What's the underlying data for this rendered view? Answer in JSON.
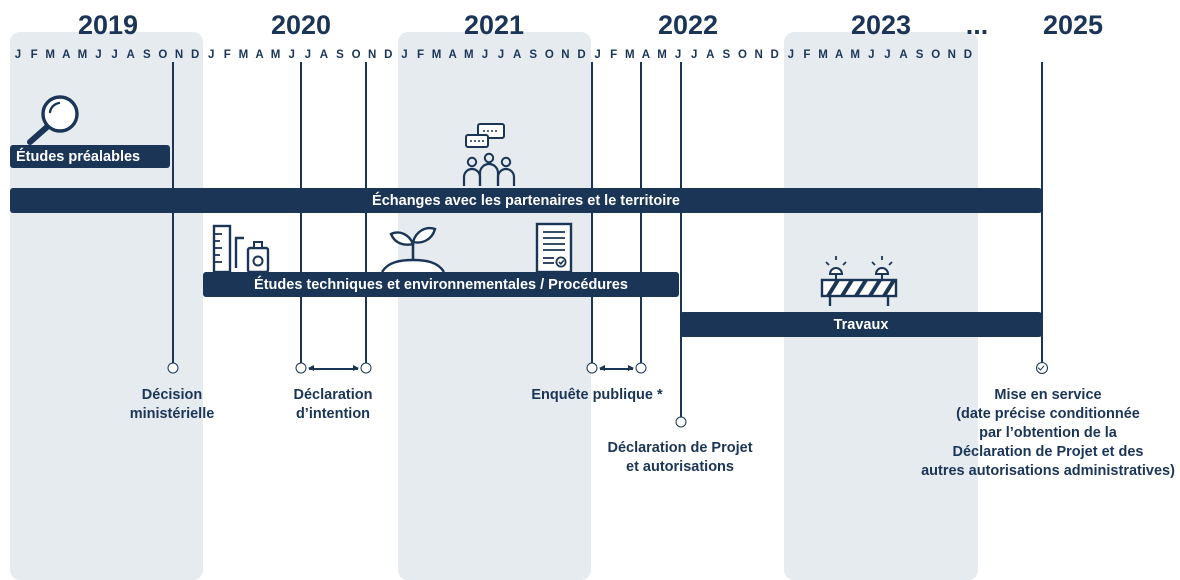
{
  "years": [
    {
      "id": "2019",
      "label": "2019"
    },
    {
      "id": "2020",
      "label": "2020"
    },
    {
      "id": "2021",
      "label": "2021"
    },
    {
      "id": "2022",
      "label": "2022"
    },
    {
      "id": "2023",
      "label": "2023"
    },
    {
      "id": "ellipsis",
      "label": "..."
    },
    {
      "id": "2025",
      "label": "2025"
    }
  ],
  "months": [
    "J",
    "F",
    "M",
    "A",
    "M",
    "J",
    "J",
    "A",
    "S",
    "O",
    "N",
    "D"
  ],
  "bars": {
    "etudes_prealables": "Études préalables",
    "echanges": "Échanges avec les partenaires et le territoire",
    "etudes_techniques": "Études techniques et environnementales / Procédures",
    "travaux": "Travaux"
  },
  "milestones": {
    "decision": [
      "Décision",
      "ministérielle"
    ],
    "declaration_intention": [
      "Déclaration",
      "d’intention"
    ],
    "enquete": [
      "Enquête publique *"
    ],
    "declaration_projet": [
      "Déclaration de Projet",
      "et autorisations"
    ],
    "mise_en_service": [
      "Mise en service",
      "(date précise conditionnée",
      "par l’obtention de la",
      "Déclaration de Projet et des",
      "autres autorisations administratives)"
    ]
  },
  "icons": {
    "magnifier": "magnifier-icon",
    "people_chat": "people-chat-icon",
    "ruler_device": "ruler-device-icon",
    "sprout": "sprout-icon",
    "document": "document-icon",
    "barrier": "road-barrier-icon"
  },
  "colors": {
    "navy": "#1b3556",
    "band": "#e6ebf0"
  }
}
